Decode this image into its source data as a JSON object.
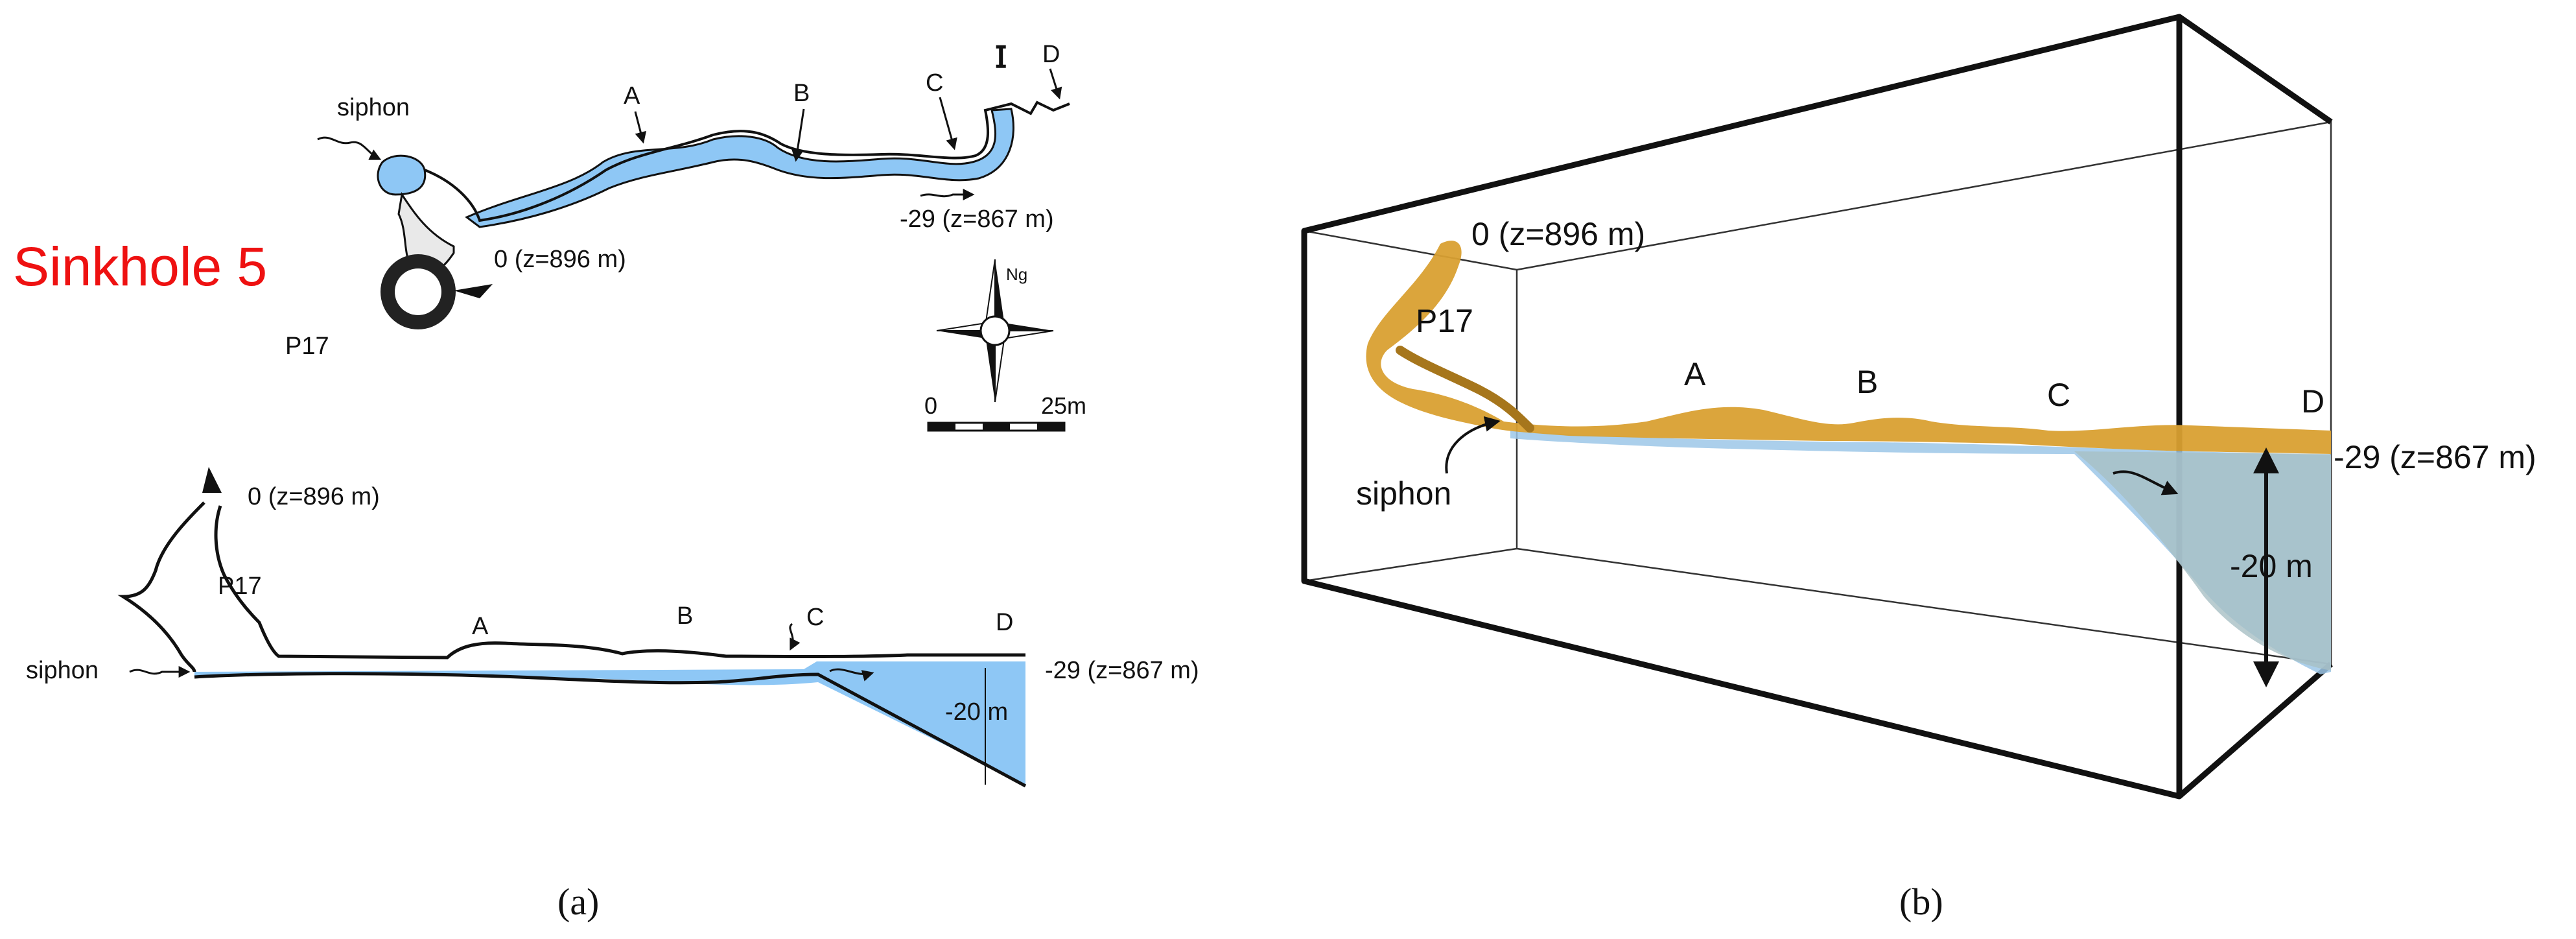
{
  "colors": {
    "water": "#8ec7f5",
    "cave_fill": "#d9a032",
    "cave_dark": "#a6761c",
    "title_red": "#ee1111",
    "line": "#111111"
  },
  "panel_a": {
    "title": "Sinkhole 5",
    "plan": {
      "siphon": "siphon",
      "label_a": "A",
      "label_b": "B",
      "label_c": "C",
      "label_d": "D",
      "entrance_level": "0 (z=896 m)",
      "end_level": "-29 (z=867 m)",
      "shaft": "P17",
      "north": "Ng",
      "scale_start": "0",
      "scale_end": "25m"
    },
    "section": {
      "entrance_level": "0 (z=896 m)",
      "shaft": "P17",
      "siphon": "siphon",
      "label_a": "A",
      "label_b": "B",
      "label_c": "C",
      "label_d": "D",
      "end_level": "-29 (z=867 m)",
      "depth": "-20 m"
    },
    "caption": "(a)"
  },
  "panel_b": {
    "entrance_level": "0 (z=896 m)",
    "shaft": "P17",
    "label_a": "A",
    "label_b": "B",
    "label_c": "C",
    "label_d": "D",
    "siphon": "siphon",
    "end_level": "-29 (z=867 m)",
    "depth": "-20 m",
    "caption": "(b)"
  }
}
